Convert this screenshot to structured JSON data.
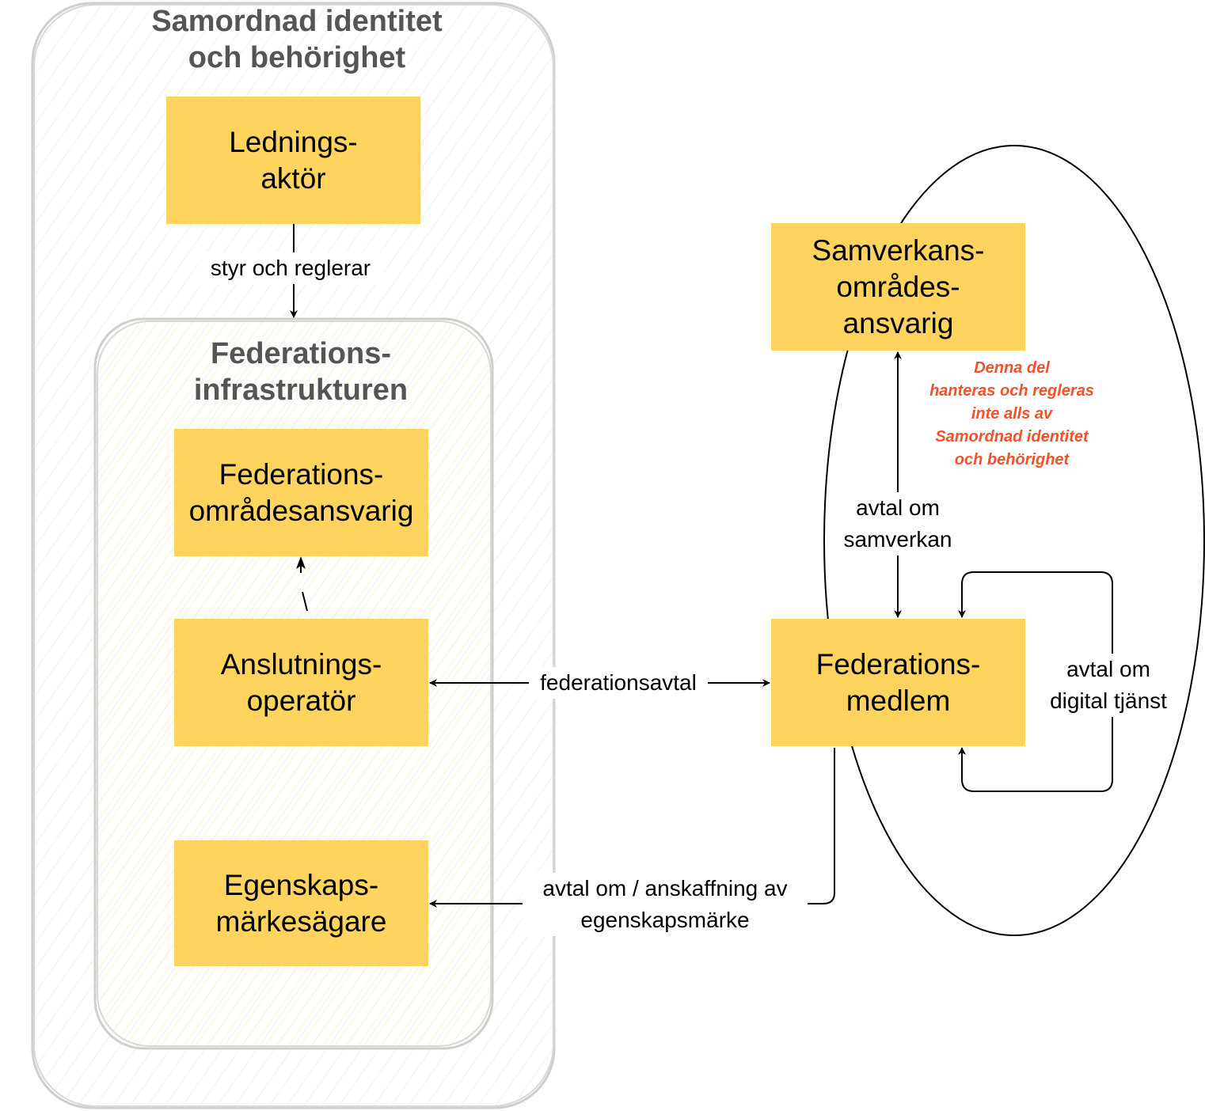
{
  "groups": {
    "outer": {
      "title_line1": "Samordnad identitet",
      "title_line2": "och behörighet"
    },
    "inner": {
      "title_line1": "Federations-",
      "title_line2": "infrastrukturen"
    }
  },
  "nodes": {
    "ledningsaktor": {
      "line1": "Lednings-",
      "line2": "aktör"
    },
    "federationsomradesansvarig": {
      "line1": "Federations-",
      "line2": "områdesansvarig"
    },
    "anslutningsoperator": {
      "line1": "Anslutnings-",
      "line2": "operatör"
    },
    "egenskapsmarkesagare": {
      "line1": "Egenskaps-",
      "line2": "märkesägare"
    },
    "samverkansomradesansvarig": {
      "line1": "Samverkans-",
      "line2": "områdes-",
      "line3": "ansvarig"
    },
    "federationsmedlem": {
      "line1": "Federations-",
      "line2": "medlem"
    }
  },
  "edges": {
    "styr": "styr och reglerar",
    "federationsavtal": "federationsavtal",
    "samverkan": {
      "line1": "avtal om",
      "line2": "samverkan"
    },
    "digital": {
      "line1": "avtal om",
      "line2": "digital tjänst"
    },
    "egenskapsmarke": {
      "line1": "avtal om / anskaffning av",
      "line2": "egenskapsmärke"
    }
  },
  "note": {
    "lines": [
      "Denna del",
      "hanteras och regleras",
      "inte alls av",
      "Samordnad identitet",
      "och behörighet"
    ],
    "color": "#F2512C"
  },
  "colors": {
    "node_fill": "#FFD45E",
    "group_stroke": "#CFCFCB",
    "title": "#555555"
  }
}
